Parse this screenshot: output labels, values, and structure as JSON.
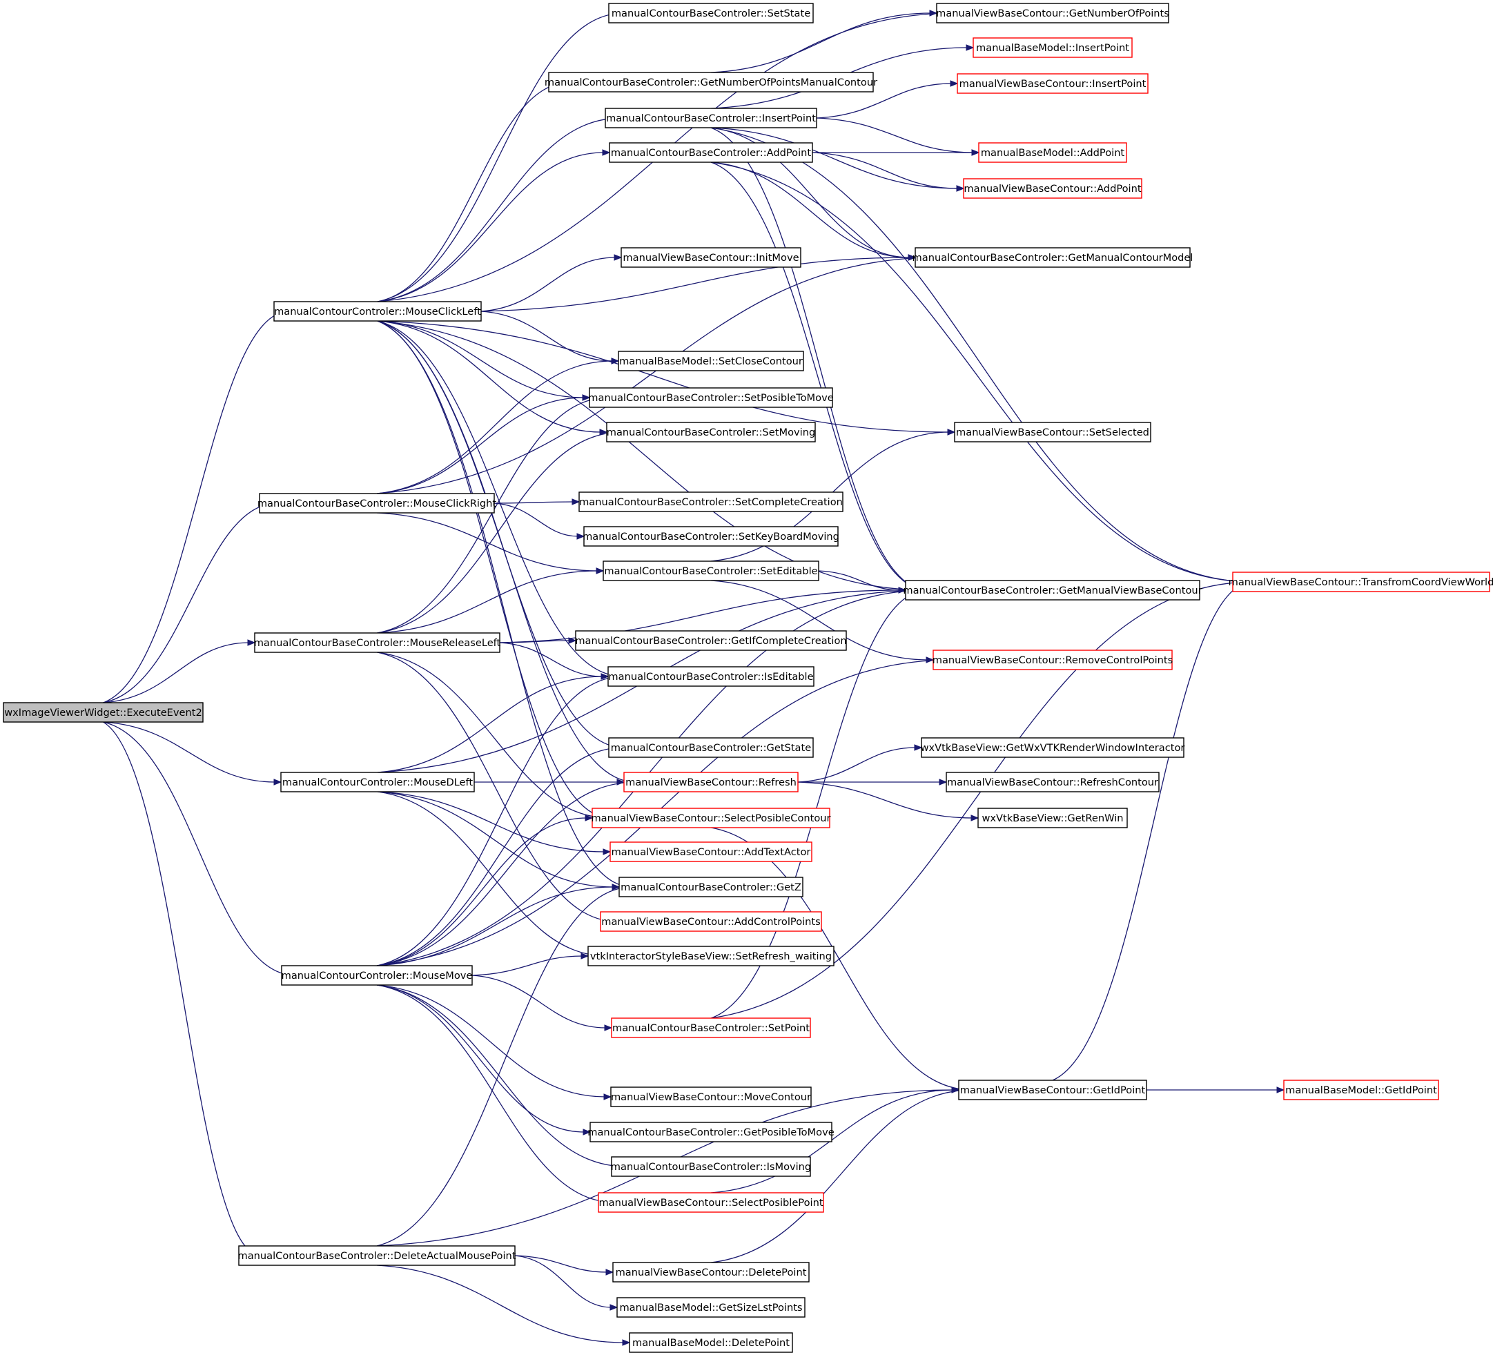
{
  "diagram": {
    "type": "call-graph",
    "colors": {
      "edge": "#191970",
      "node_border": "#000000",
      "node_border_truncated": "#ff0000",
      "root_fill": "#bfbfbf",
      "node_fill": "#ffffff"
    },
    "nodes": [
      {
        "id": "root",
        "label": "wxImageViewerWidget::ExecuteEvent2",
        "kind": "root"
      },
      {
        "id": "mclickleft",
        "label": "manualContourControler::MouseClickLeft",
        "kind": "normal"
      },
      {
        "id": "mclickright",
        "label": "manualContourBaseControler::MouseClickRight",
        "kind": "normal"
      },
      {
        "id": "mreleaseleft",
        "label": "manualContourBaseControler::MouseReleaseLeft",
        "kind": "normal"
      },
      {
        "id": "mdleft",
        "label": "manualContourControler::MouseDLeft",
        "kind": "normal"
      },
      {
        "id": "mmove",
        "label": "manualContourControler::MouseMove",
        "kind": "normal"
      },
      {
        "id": "delactual",
        "label": "manualContourBaseControler::DeleteActualMousePoint",
        "kind": "normal"
      },
      {
        "id": "setstate",
        "label": "manualContourBaseControler::SetState",
        "kind": "normal"
      },
      {
        "id": "getnumpmc",
        "label": "manualContourBaseControler::GetNumberOfPointsManualContour",
        "kind": "normal"
      },
      {
        "id": "insertpoint",
        "label": "manualContourBaseControler::InsertPoint",
        "kind": "normal"
      },
      {
        "id": "addpoint",
        "label": "manualContourBaseControler::AddPoint",
        "kind": "normal"
      },
      {
        "id": "initmove",
        "label": "manualViewBaseContour::InitMove",
        "kind": "normal"
      },
      {
        "id": "setclose",
        "label": "manualBaseModel::SetCloseContour",
        "kind": "normal"
      },
      {
        "id": "setposmove",
        "label": "manualContourBaseControler::SetPosibleToMove",
        "kind": "normal"
      },
      {
        "id": "setmoving",
        "label": "manualContourBaseControler::SetMoving",
        "kind": "normal"
      },
      {
        "id": "setcomplete",
        "label": "manualContourBaseControler::SetCompleteCreation",
        "kind": "normal"
      },
      {
        "id": "setkbmoving",
        "label": "manualContourBaseControler::SetKeyBoardMoving",
        "kind": "normal"
      },
      {
        "id": "seteditable",
        "label": "manualContourBaseControler::SetEditable",
        "kind": "normal"
      },
      {
        "id": "getifcomplete",
        "label": "manualContourBaseControler::GetIfCompleteCreation",
        "kind": "normal"
      },
      {
        "id": "iseditable",
        "label": "manualContourBaseControler::IsEditable",
        "kind": "normal"
      },
      {
        "id": "getstate",
        "label": "manualContourBaseControler::GetState",
        "kind": "normal"
      },
      {
        "id": "refresh",
        "label": "manualViewBaseContour::Refresh",
        "kind": "truncated"
      },
      {
        "id": "selposcontour",
        "label": "manualViewBaseContour::SelectPosibleContour",
        "kind": "truncated"
      },
      {
        "id": "addtextactor",
        "label": "manualViewBaseContour::AddTextActor",
        "kind": "truncated"
      },
      {
        "id": "getz",
        "label": "manualContourBaseControler::GetZ",
        "kind": "normal"
      },
      {
        "id": "addcontrolpts",
        "label": "manualViewBaseContour::AddControlPoints",
        "kind": "truncated"
      },
      {
        "id": "setrefreshwaiting",
        "label": "vtkInteractorStyleBaseView::SetRefresh_waiting",
        "kind": "normal"
      },
      {
        "id": "setpoint",
        "label": "manualContourBaseControler::SetPoint",
        "kind": "truncated"
      },
      {
        "id": "movecontour",
        "label": "manualViewBaseContour::MoveContour",
        "kind": "normal"
      },
      {
        "id": "getposmove",
        "label": "manualContourBaseControler::GetPosibleToMove",
        "kind": "normal"
      },
      {
        "id": "ismoving",
        "label": "manualContourBaseControler::IsMoving",
        "kind": "normal"
      },
      {
        "id": "selpospoint",
        "label": "manualViewBaseContour::SelectPosiblePoint",
        "kind": "truncated"
      },
      {
        "id": "deletepointv",
        "label": "manualViewBaseContour::DeletePoint",
        "kind": "normal"
      },
      {
        "id": "getsizelst",
        "label": "manualBaseModel::GetSizeLstPoints",
        "kind": "normal"
      },
      {
        "id": "deletepointm",
        "label": "manualBaseModel::DeletePoint",
        "kind": "normal"
      },
      {
        "id": "getnumpoints",
        "label": "manualViewBaseContour::GetNumberOfPoints",
        "kind": "normal"
      },
      {
        "id": "modelinsert",
        "label": "manualBaseModel::InsertPoint",
        "kind": "truncated"
      },
      {
        "id": "viewinsert",
        "label": "manualViewBaseContour::InsertPoint",
        "kind": "truncated"
      },
      {
        "id": "modeladd",
        "label": "manualBaseModel::AddPoint",
        "kind": "truncated"
      },
      {
        "id": "viewadd",
        "label": "manualViewBaseContour::AddPoint",
        "kind": "truncated"
      },
      {
        "id": "getmcmodel",
        "label": "manualContourBaseControler::GetManualContourModel",
        "kind": "normal"
      },
      {
        "id": "setselected",
        "label": "manualViewBaseContour::SetSelected",
        "kind": "normal"
      },
      {
        "id": "getmvbc",
        "label": "manualContourBaseControler::GetManualViewBaseContour",
        "kind": "normal"
      },
      {
        "id": "removecp",
        "label": "manualViewBaseContour::RemoveControlPoints",
        "kind": "truncated"
      },
      {
        "id": "getrwi",
        "label": "wxVtkBaseView::GetWxVTKRenderWindowInteractor",
        "kind": "normal"
      },
      {
        "id": "refreshcontour",
        "label": "manualViewBaseContour::RefreshContour",
        "kind": "normal"
      },
      {
        "id": "getrenwin",
        "label": "wxVtkBaseView::GetRenWin",
        "kind": "normal"
      },
      {
        "id": "getidpoint",
        "label": "manualViewBaseContour::GetIdPoint",
        "kind": "normal"
      },
      {
        "id": "transform",
        "label": "manualViewBaseContour::TransfromCoordViewWorld",
        "kind": "truncated"
      },
      {
        "id": "modelgetid",
        "label": "manualBaseModel::GetIdPoint",
        "kind": "truncated"
      }
    ]
  }
}
